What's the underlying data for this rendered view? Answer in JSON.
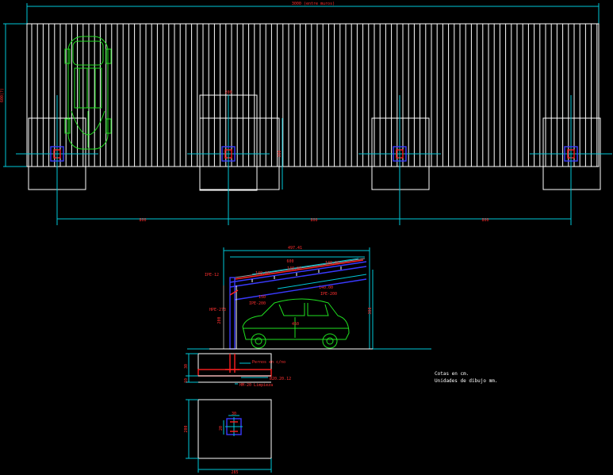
{
  "plan": {
    "total_dimension": "3000 (entre muros)",
    "depth_dimension": "600(?)",
    "span_1": "800",
    "span_2": "800",
    "span_3": "800",
    "column_width": "200",
    "footing_depth": "300"
  },
  "section": {
    "overall_length": "497.41",
    "upper_length": "600",
    "purlin_spacing_1": "140.00",
    "purlin_spacing_2": "140.00",
    "purlin_spacing_3": "140.00",
    "purlin_spacing_4": "140.00",
    "beam_top_label": "IPE-12",
    "beam_top_label_2": "IPE-200",
    "beam_mid_label": "IPE-200",
    "column_label": "HPE-273",
    "column_height": "200",
    "car_label": "450",
    "total_height": "300",
    "dim_small": "150",
    "dim_left_30": "30",
    "dim_left_10": "10",
    "anchor_label": "Pernos en c/no",
    "plate_label": "HM-20 Limpieza",
    "plate_size": "Ø20.20.12"
  },
  "notes": {
    "line1": "Cotas en cm.",
    "line2": "Unidades de dibujo mm."
  },
  "footing_detail": {
    "inner_dim_top": "30",
    "inner_dim_left": "20",
    "outer_side": "200",
    "outer_bottom": "285"
  },
  "colors": {
    "dimension": "#00c8d8",
    "text": "#ff3030",
    "structure": "#3a3aff",
    "car": "#20e020",
    "outline": "#ffffff"
  }
}
